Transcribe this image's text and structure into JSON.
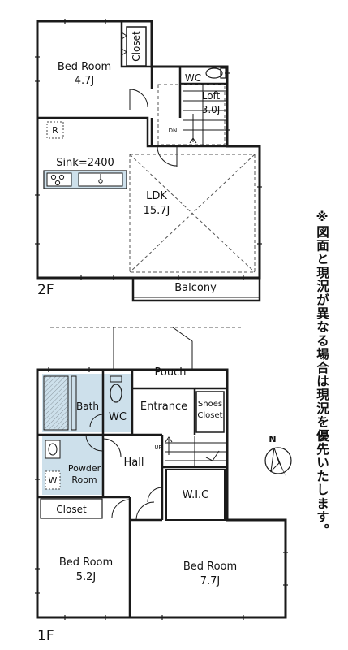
{
  "floor2": {
    "label": "2F",
    "rooms": {
      "bedroom_name": "Bed Room",
      "bedroom_size": "4.7J",
      "closet": "Closet",
      "wc": "WC",
      "loft_name": "Loft",
      "loft_size": "3.0J",
      "r_mark": "R",
      "dn_mark": "DN",
      "sink": "Sink=2400",
      "ldk_name": "LDK",
      "ldk_size": "15.7J",
      "balcony": "Balcony"
    }
  },
  "floor1": {
    "label": "1F",
    "rooms": {
      "pouch": "Pouch",
      "bath": "Bath",
      "wc": "WC",
      "entrance": "Entrance",
      "shoes_line1": "Shoes",
      "shoes_line2": "Closet",
      "up_mark": "UP",
      "hall": "Hall",
      "powder_line1": "Powder",
      "powder_line2": "Room",
      "w_mark": "W",
      "wic": "W.I.C",
      "closet": "Closet",
      "bedroom_a_name": "Bed Room",
      "bedroom_a_size": "5.2J",
      "bedroom_b_name": "Bed Room",
      "bedroom_b_size": "7.7J"
    }
  },
  "compass": {
    "north": "N"
  },
  "note": "※図面と現況が異なる場合は現況を優先いたします。",
  "colors": {
    "wall": "#1a1a1a",
    "wet_area": "#cde0eb",
    "hatch": "#7f8c95"
  }
}
